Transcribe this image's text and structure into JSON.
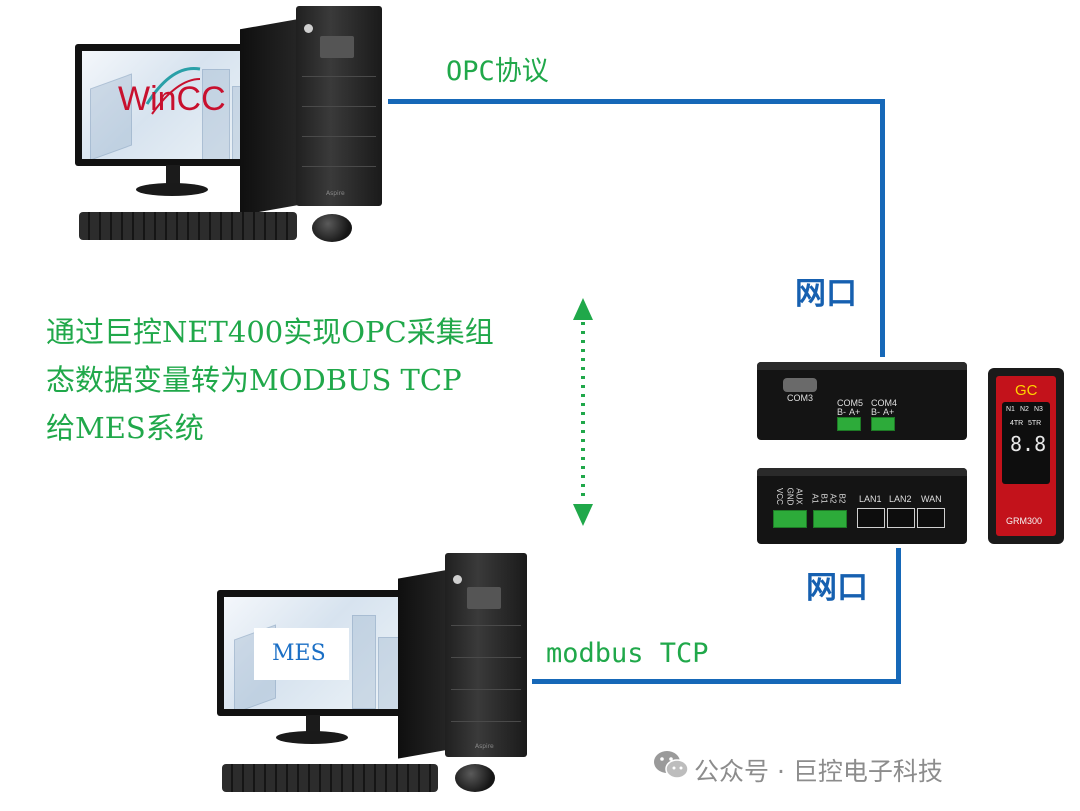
{
  "labels": {
    "opc": "OPC协议",
    "modbus": "modbus TCP",
    "port_top": "网口",
    "port_bottom": "网口"
  },
  "description": {
    "lines": [
      "通过巨控NET400实现OPC采集组",
      "态数据变量转为MODBUS TCP",
      "给MES系统"
    ]
  },
  "pc_top": {
    "screen_text": "WinCC",
    "tower_brand": "Aspire"
  },
  "pc_bottom": {
    "screen_text": "MES",
    "tower_brand": "Aspire"
  },
  "device_upper": {
    "ports": [
      "COM3",
      "COM5",
      "COM4"
    ],
    "pins": [
      "B-",
      "A+",
      "B-",
      "A+"
    ]
  },
  "device_lower": {
    "power_pins": [
      "AUX",
      "GND",
      "VCC"
    ],
    "bus_pins": [
      "B2",
      "A2",
      "B1",
      "A1"
    ],
    "ports": [
      "LAN1",
      "LAN2",
      "WAN"
    ]
  },
  "module": {
    "brand": "GC",
    "indicators": [
      "N1",
      "N2",
      "N3",
      "4TR",
      "5TR"
    ],
    "display": "8.8",
    "model": "GRM300"
  },
  "watermark": "公众号 · 巨控电子科技",
  "colors": {
    "connection_line": "#1668b8",
    "label_green": "#20a84a",
    "label_blue": "#1660b0"
  }
}
